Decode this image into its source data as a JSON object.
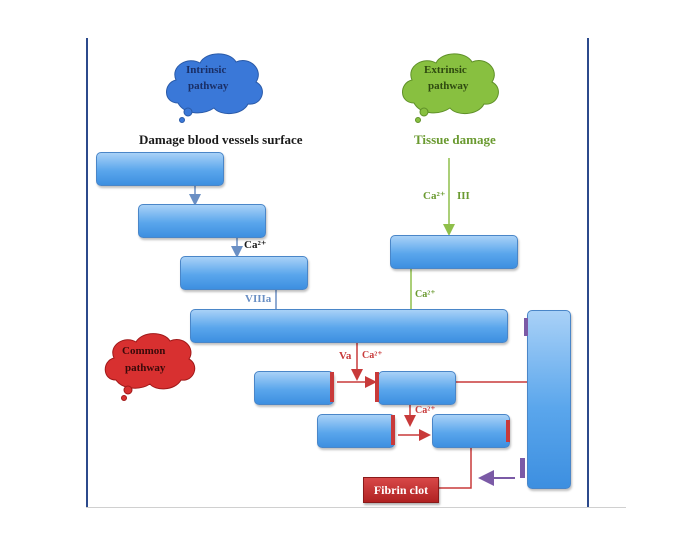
{
  "clouds": {
    "intrinsic": {
      "line1": "Intrinsic",
      "line2": "pathway",
      "color": "#3a78d8"
    },
    "extrinsic": {
      "line1": "Extrinsic",
      "line2": "pathway",
      "color": "#88c040"
    },
    "common": {
      "line1": "Common",
      "line2": "pathway",
      "color": "#d83030"
    }
  },
  "headings": {
    "intrinsic": "Damage blood vessels surface",
    "extrinsic": "Tissue damage"
  },
  "labels": {
    "ca_intrinsic": "Ca²⁺",
    "viiia": "VIIIa",
    "ca_extrinsic_top": "Ca²⁺",
    "iii": "III",
    "ca_extrinsic_mid": "Ca²⁺",
    "va": "Va",
    "ca_common_1": "Ca²⁺",
    "ca_common_2": "Ca²⁺"
  },
  "fibrin": {
    "label": "Fibrin clot"
  },
  "colors": {
    "intrinsic_line": "#6a8fc4",
    "extrinsic_line": "#8fbf4a",
    "common_line": "#c83a3a",
    "feedback_arrow": "#7b5aa6"
  }
}
